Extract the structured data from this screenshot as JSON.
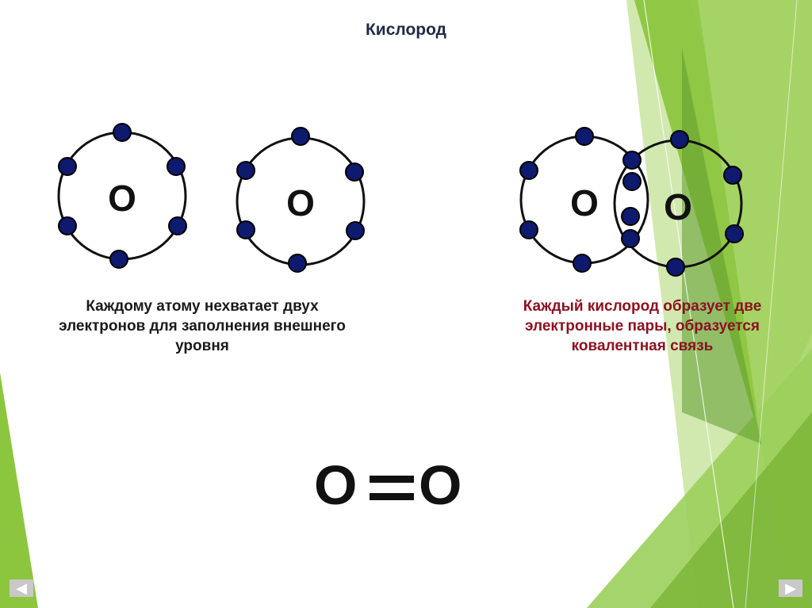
{
  "slide": {
    "title": "Кислород",
    "caption_left": "Каждому атому нехватает двух электронов для заполнения внешнего уровня",
    "caption_right": "Каждый кислород образует две электронные пары, образуется ковалентная связь",
    "atom_symbol": "O",
    "formula": {
      "left": "O",
      "right": "O"
    }
  },
  "nav": {
    "prev_icon": "◀",
    "next_icon": "▶"
  },
  "colors": {
    "title": "#1f2a44",
    "caption_right": "#8b1220",
    "electron": "#0d1a6e",
    "green_light": "#c7e39a",
    "green_mid": "#8cc63f",
    "green_dark": "#5e9a2e"
  }
}
